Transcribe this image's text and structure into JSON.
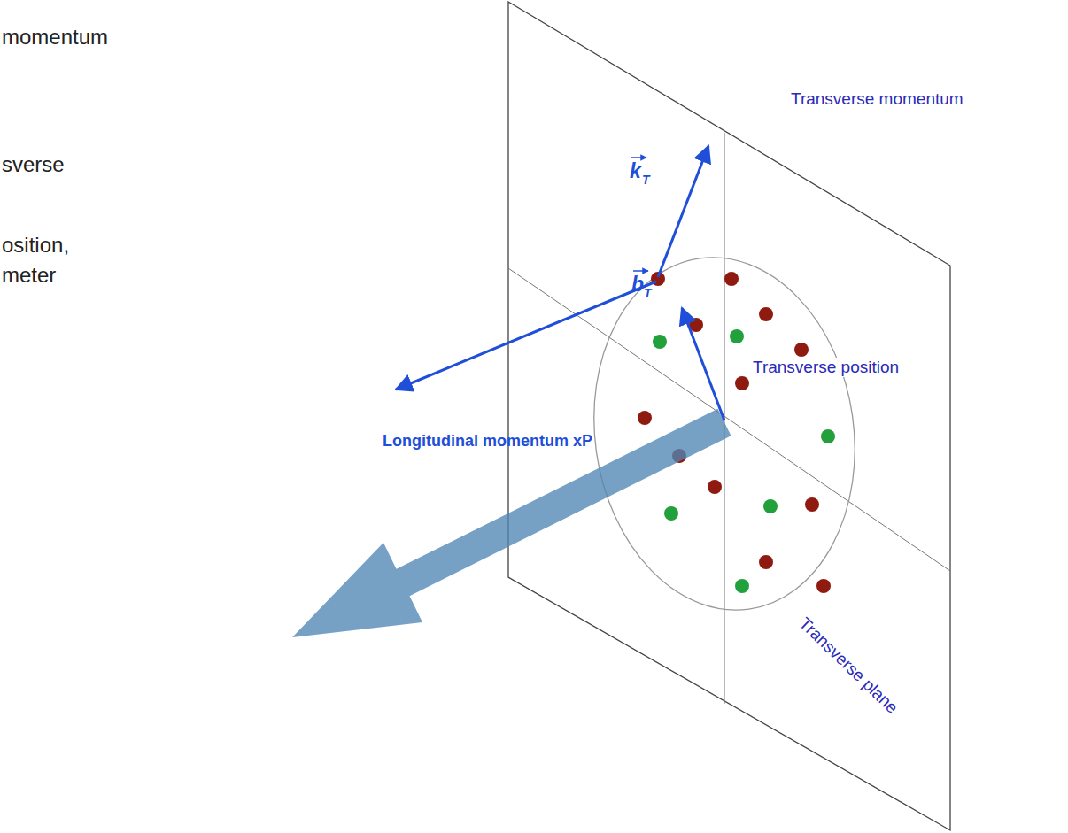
{
  "diagram": {
    "labels": [
      "momentum",
      "sverse",
      "osition,",
      "meter",
      "Transverse momentum",
      "k",
      "T",
      "b",
      "T",
      "Transverse position",
      "Longitudinal momentum xP",
      "Transverse plane"
    ]
  }
}
